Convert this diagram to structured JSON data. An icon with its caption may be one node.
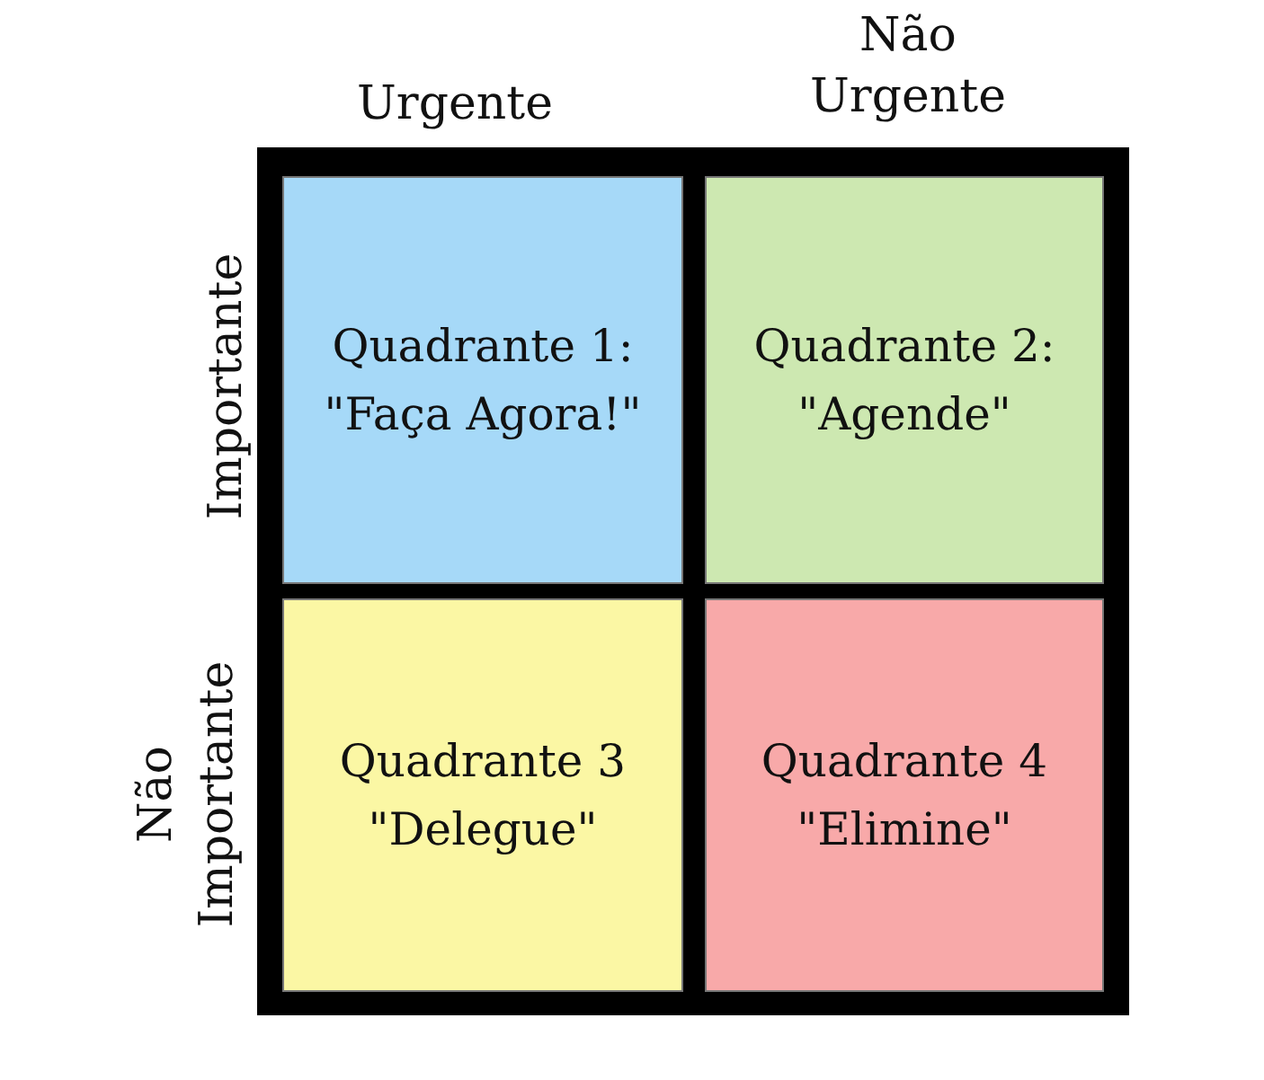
{
  "diagram": {
    "nodes": [
      {
        "text": [
          "Quadrante 1:",
          "\"Faça Agora!\""
        ]
      },
      {
        "text": [
          "Quadrante 2:",
          "\"Agende\""
        ]
      },
      {
        "text": [
          "Quadrante 3",
          "\"Delegue\""
        ]
      },
      {
        "text": [
          "Quadrante 4",
          "\"Elimine\""
        ]
      }
    ],
    "labels": [
      "Urgente",
      "Não Urgente",
      "Importante",
      "Não Importante"
    ]
  }
}
